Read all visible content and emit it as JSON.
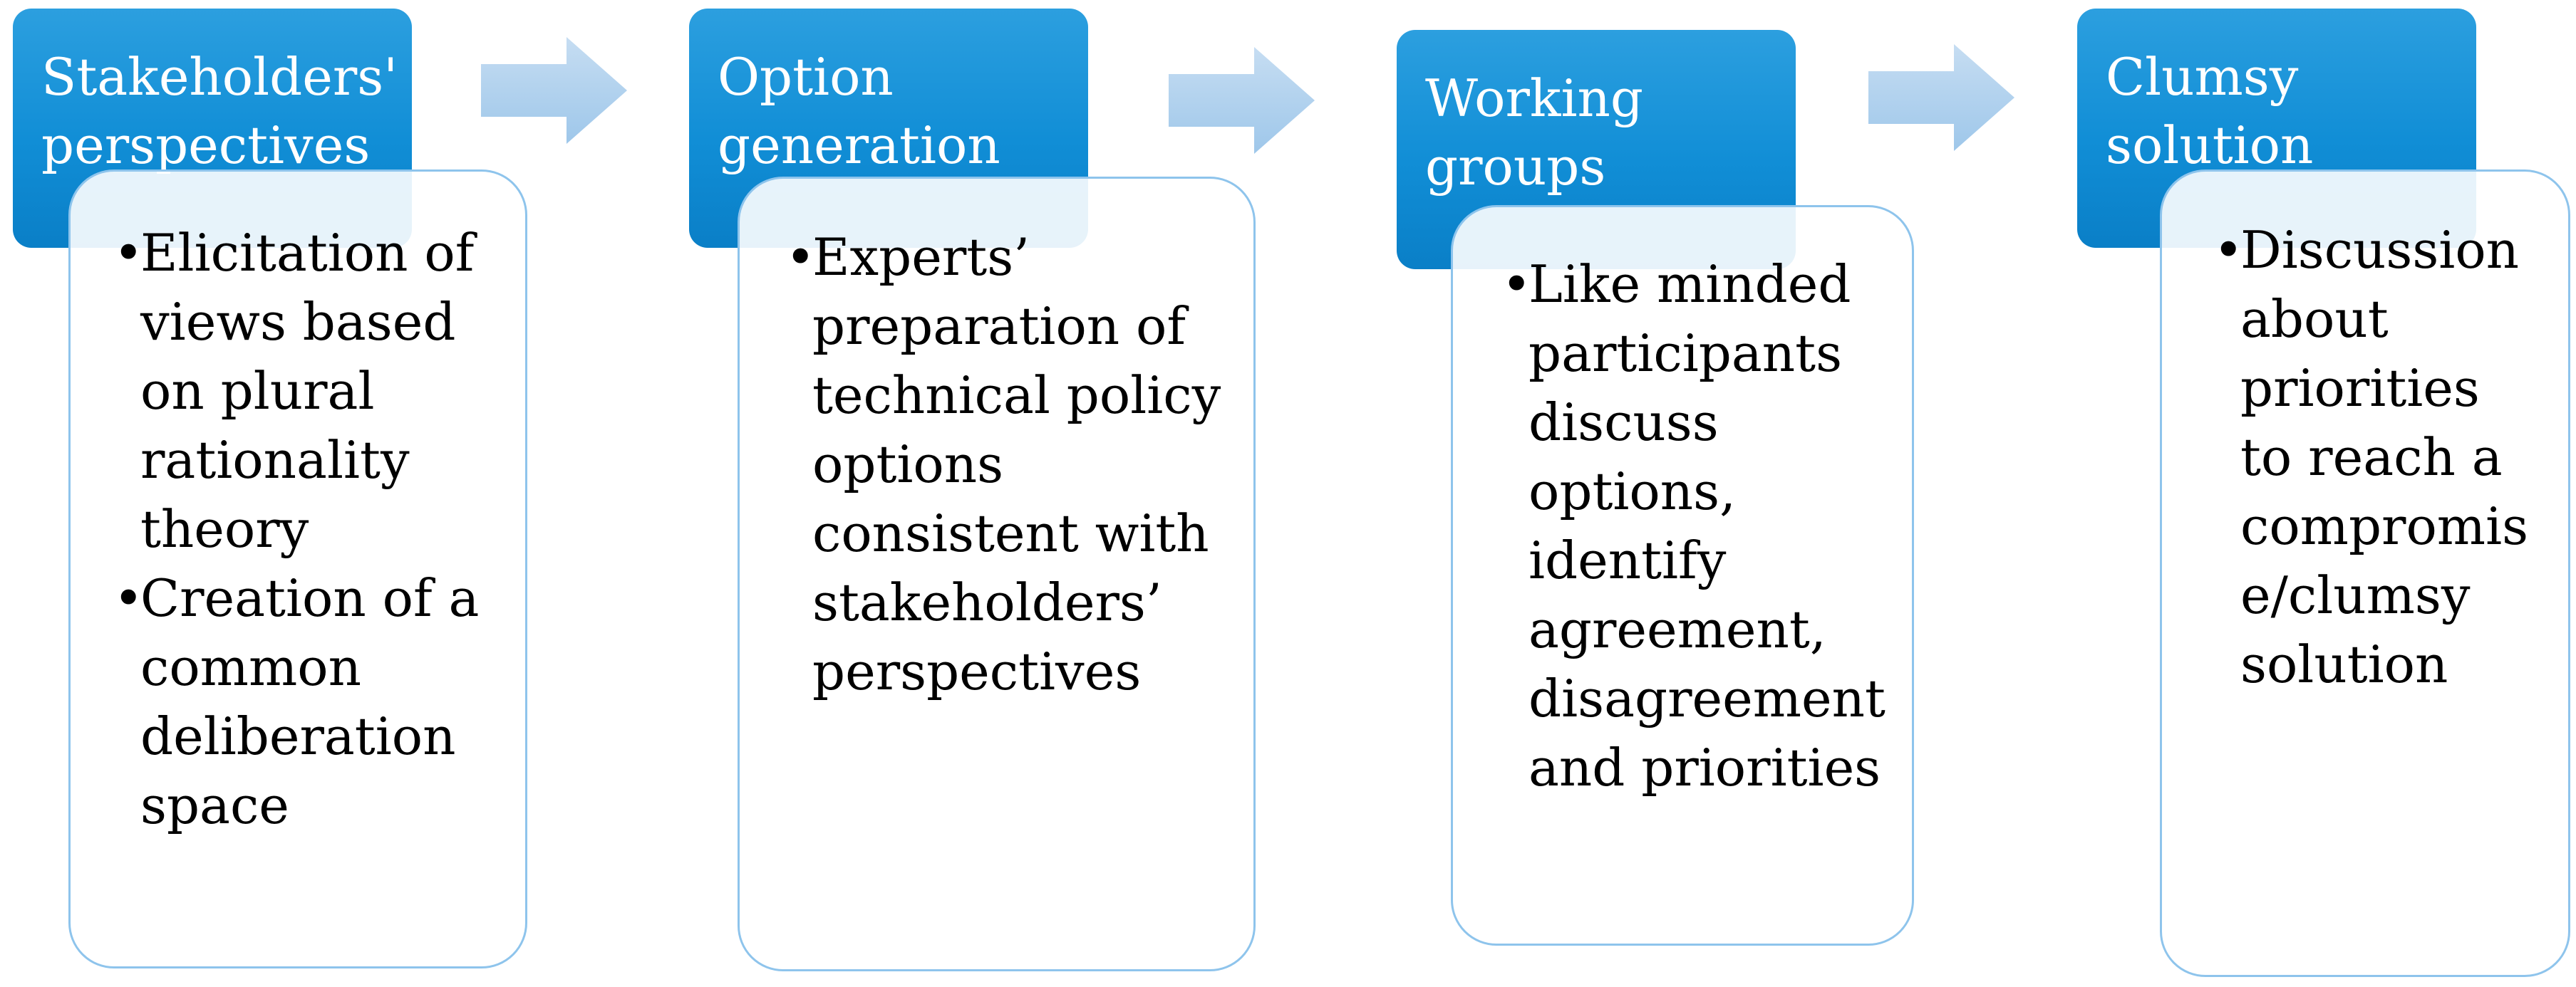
{
  "steps": [
    {
      "title_lines": [
        "Stakeholders'",
        "perspectives"
      ],
      "bullets": [
        [
          "Elicitation of",
          "views based",
          "on plural",
          "rationality",
          "theory"
        ],
        [
          "Creation of a",
          "common",
          "deliberation",
          "space"
        ]
      ]
    },
    {
      "title_lines": [
        "Option",
        "generation"
      ],
      "bullets": [
        [
          "Experts’",
          "preparation of",
          "technical policy",
          "options",
          "consistent with",
          "stakeholders’",
          "perspectives"
        ]
      ]
    },
    {
      "title_lines": [
        "Working",
        "groups"
      ],
      "bullets": [
        [
          "Like minded",
          "participants",
          "discuss",
          "options,",
          "identify",
          "agreement,",
          "disagreement",
          "and priorities"
        ]
      ]
    },
    {
      "title_lines": [
        "Clumsy",
        "solution"
      ],
      "bullets": [
        [
          "Discussion",
          "about",
          "priorities",
          "to reach a",
          "compromis",
          "e/clumsy",
          "solution"
        ]
      ]
    }
  ],
  "colors": {
    "header_fill": "#118ed6",
    "card_border": "#8ec4ec",
    "arrow_fill": "#a9cdec"
  }
}
